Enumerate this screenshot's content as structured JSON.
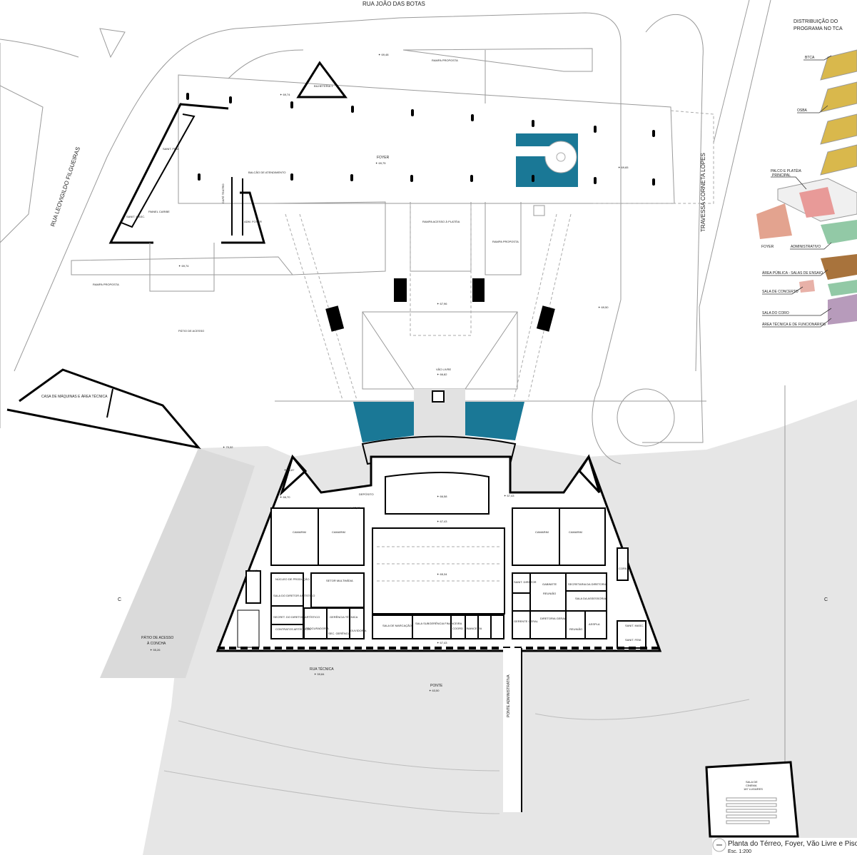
{
  "title": "Planta do Térreo, Foyer, Vão Livre e Piso -1",
  "scale": "Esc. 1:200",
  "streets": {
    "top": "RUA JOÃO DAS BOTAS",
    "left": "RUA LEOVIGILDO FILGUEIRAS",
    "right": "TRAVESSA CORNETA LOPES"
  },
  "section_mark": "C",
  "legend": {
    "title_line1": "DISTRIBUIÇÃO DO",
    "title_line2": "PROGRAMA NO TCA",
    "items": [
      {
        "label": "BTCA",
        "color": "#d9b84c"
      },
      {
        "label": "OSBA",
        "color": "#d9b84c"
      },
      {
        "label": "PALCO E PLATÉIA",
        "label2": "PRINCIPAL",
        "color": "#e89a98"
      },
      {
        "label": "FOYER",
        "color": "#e3a38f"
      },
      {
        "label": "ADMINISTRATIVO",
        "color": "#92c9a6"
      },
      {
        "label": "ÁREA PÚBLICA - SALAS DE ENSAIO",
        "color": "#a8733c"
      },
      {
        "label": "SALA DE CONCERTO",
        "color": "#e8b1a8"
      },
      {
        "label": "SALA DO CORO",
        "color": "#b79bbb"
      },
      {
        "label": "ÁREA TÉCNICA E DE FUNCIONÁRIOS",
        "color": "#b79bbb"
      }
    ]
  },
  "areas": {
    "foyer": "FOYER",
    "bilheteria": "BILHETERIA 1",
    "sanit_fem": "SANIT. FEM.",
    "sanit_masc": "SANIT. MASC.",
    "painel": "PAINEL CARIBE",
    "cafe": "CAFÉ TEATRO",
    "balcao": "BALCÃO DE ATENDIMENTO",
    "adm_foyer": "ADM. FOYER",
    "rampa": "RAMPA PROPOSTA",
    "rampa_plateia": "RAMPA ACESSO À PLATÉIA",
    "patio_acesso": "PÁTIO DE ACESSO",
    "vao_livre": "VÃO LIVRE",
    "casa_maquinas": "CASA DE MÁQUINAS E ÁREA TÉCNICA",
    "patio_concha_1": "PÁTIO DE ACESSO",
    "patio_concha_2": "À CONCHA",
    "rua_tecnica": "RUA TÉCNICA",
    "ponte": "PONTE",
    "ponte_adm": "PONTE ADMINISTRATIVA",
    "cinema_1": "SALA DE",
    "cinema_2": "CINEMA",
    "cinema_3": "187 LUGARES"
  },
  "rooms": {
    "camarim": "CAMARIM",
    "deposito": "DEPÓSITO",
    "nucleo": "NÚCLEO DE PRODUÇÃO",
    "multimidia": "SETOR MULTIMÍDIA",
    "diretor_art": "SALA DO DIRETOR ARTÍSTICO",
    "secret_dir": "SECRET. DO DIRETOR ARTÍSTICO",
    "contratos": "CONTRATOS ARTÍSTICOS",
    "procuradoria": "PROCURADORIA",
    "gerencia": "GERÊNCIA TÉCNICA",
    "sec_gerencia": "SEC. GERÊNCIA",
    "ouvidoria": "OUVIDORIA",
    "sala_marcacao": "SALA DE MARCAÇÃO",
    "subgerencia": "SALA SUBGERÊNCIA FINANCEIRA",
    "coord_financeira": "COORD. FINANCEIRA",
    "sanit": "SANIT.",
    "sanit_diretor": "SANIT. DIRETOR",
    "gabinete": "GABINETE",
    "reuniao": "REUNIÃO",
    "secretaria": "SECRETARIA DA DIRETORIA",
    "assessoria": "SALA DA ASSESSORIA",
    "diretoria_geral": "DIRETORIA GERAL",
    "gerente": "GERENTE GERAL",
    "asspla": "ASSPLA",
    "copa": "COPA",
    "sanit_masc": "SANIT. MASC.",
    "sanit_fem": "SANIT. FEM."
  },
  "elevations": [
    "69,48",
    "69,74",
    "69,75",
    "69,65",
    "69,74",
    "67,96",
    "66,82",
    "70,32",
    "66,87",
    "66,70",
    "67,43",
    "66,58",
    "67,43",
    "67,43",
    "65,34",
    "67,43",
    "59,84",
    "63,50",
    "55,26",
    "69,50"
  ]
}
